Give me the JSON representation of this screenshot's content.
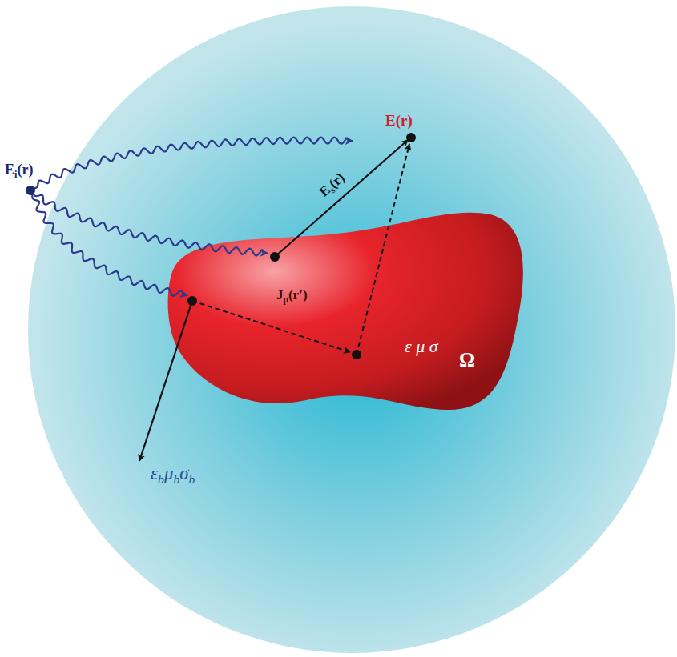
{
  "diagram": {
    "nodes": [
      {
        "text": [
          "εbμbσb"
        ]
      },
      {
        "text": [
          "Jp(r′)",
          "ε μ σ",
          "Ω"
        ],
        "in": 0
      }
    ],
    "labels": [
      "Ei(r)",
      "E(r)",
      "Es(r)"
    ]
  }
}
